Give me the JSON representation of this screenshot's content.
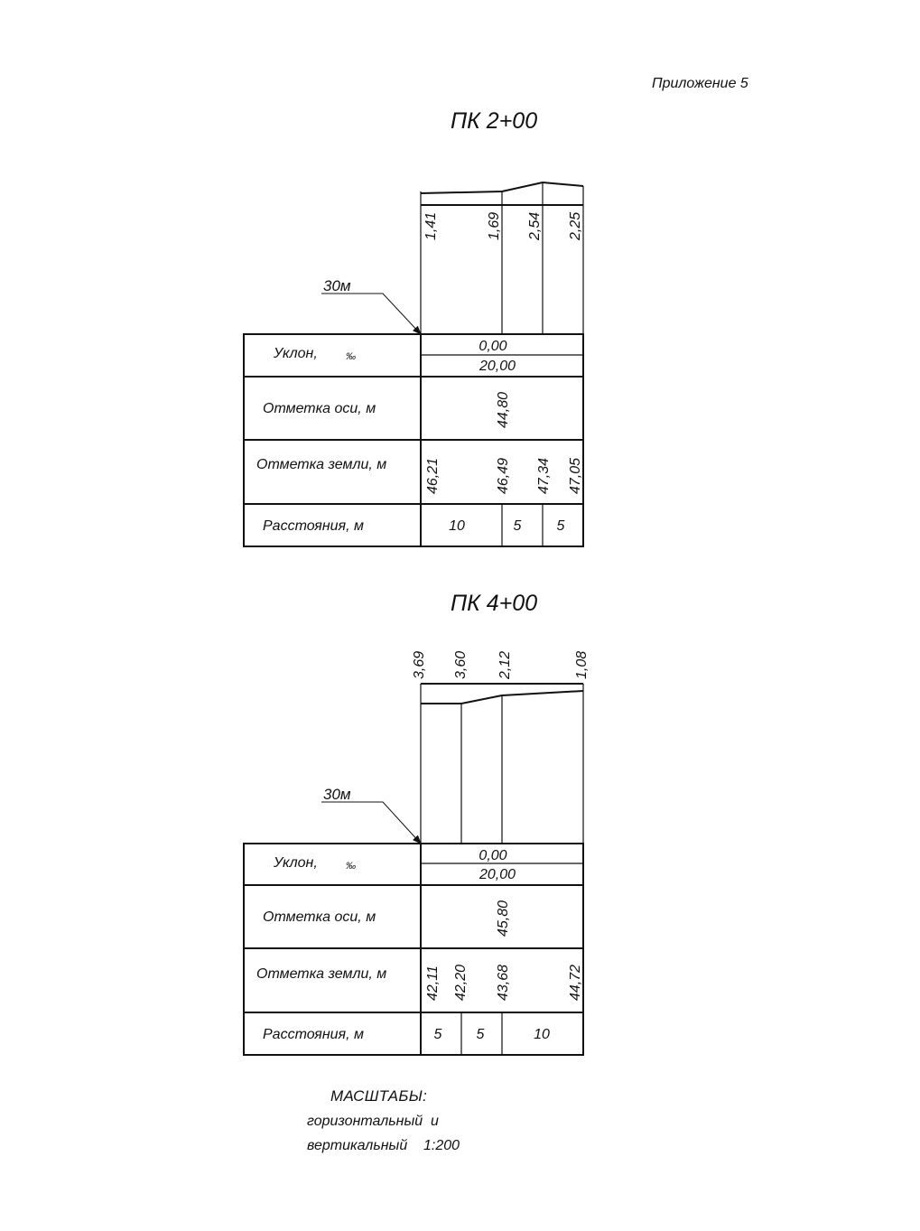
{
  "appendix_label": "Приложение 5",
  "rows": {
    "slope": "Уклон,",
    "slope_unit": "‰",
    "axis_mark": "Отметка оси, м",
    "ground_mark": "Отметка земли, м",
    "distances": "Расстояния, м"
  },
  "profiles": [
    {
      "title": "ПК 2+00",
      "offset_label": "30м",
      "slope_top": "0,00",
      "slope_bottom": "20,00",
      "axis_mark": "44,80",
      "working_marks": [
        "1,41",
        "1,69",
        "2,54",
        "2,25"
      ],
      "ground_marks": [
        "46,21",
        "46,49",
        "47,34",
        "47,05"
      ],
      "distances": [
        "10",
        "5",
        "5"
      ]
    },
    {
      "title": "ПК 4+00",
      "offset_label": "30м",
      "slope_top": "0,00",
      "slope_bottom": "20,00",
      "axis_mark": "45,80",
      "working_marks": [
        "3,69",
        "3,60",
        "2,12",
        "1,08"
      ],
      "ground_marks": [
        "42,11",
        "42,20",
        "43,68",
        "44,72"
      ],
      "distances": [
        "5",
        "5",
        "10"
      ]
    }
  ],
  "scales": {
    "heading": "МАСШТАБЫ:",
    "line1": "горизонтальный  и",
    "line2": "вертикальный    1:200"
  }
}
